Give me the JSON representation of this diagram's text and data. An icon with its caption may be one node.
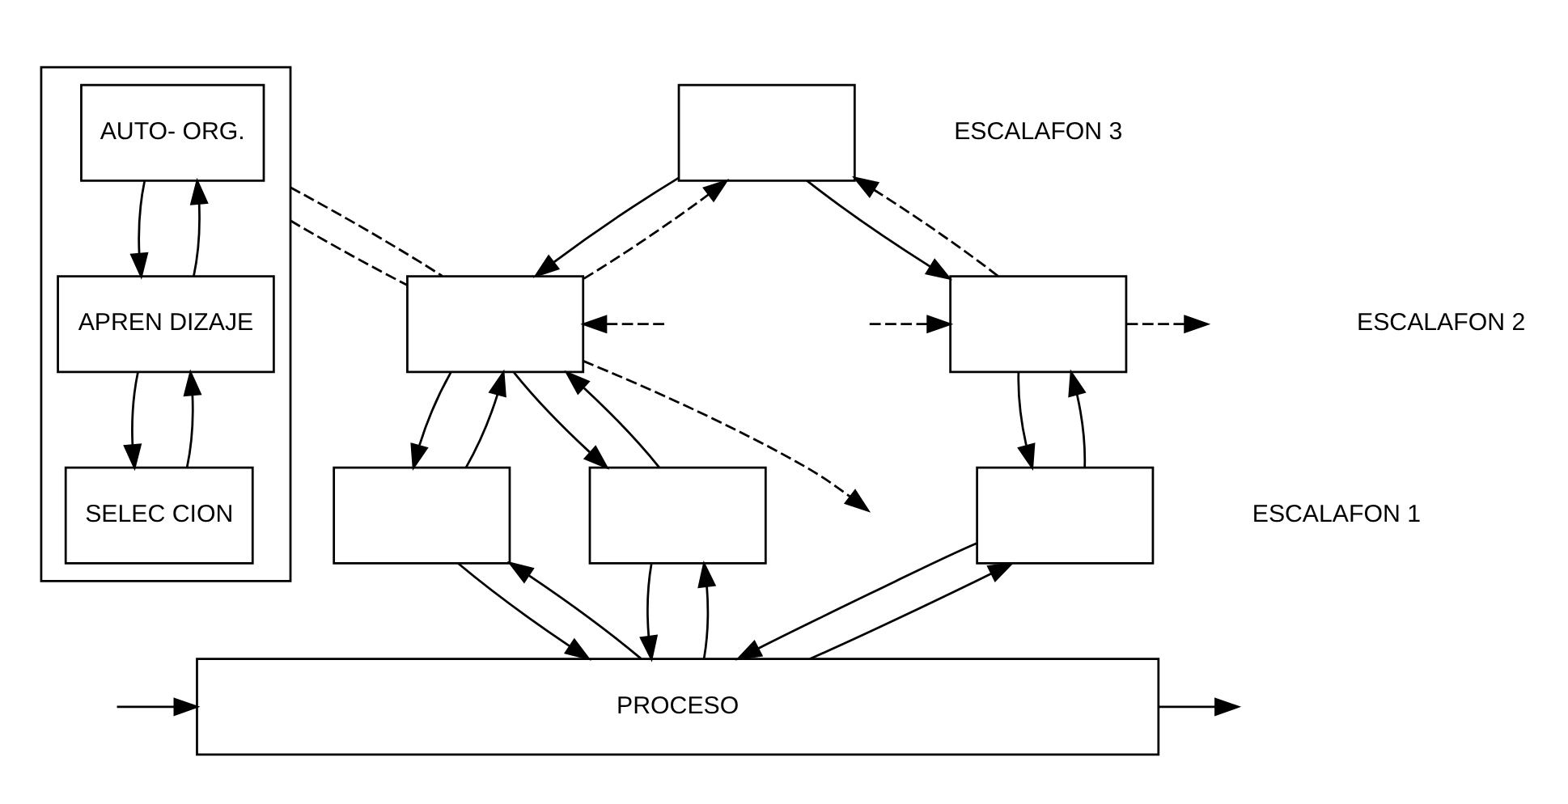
{
  "diagram": {
    "nodes": [
      {
        "text": [],
        "shape": "box"
      },
      {
        "text": [
          "AUTO- ORG."
        ],
        "in": 0
      },
      {
        "text": [
          "APREN DIZAJE"
        ],
        "in": 0
      },
      {
        "text": [
          "SELEC CION"
        ],
        "in": 0
      },
      {
        "text": [],
        "shape": "box"
      },
      {
        "text": [],
        "shape": "box"
      },
      {
        "text": [],
        "shape": "box"
      },
      {
        "text": [],
        "shape": "box"
      },
      {
        "text": [],
        "shape": "box"
      },
      {
        "text": [],
        "shape": "box"
      },
      {
        "text": [
          "PROCESO"
        ]
      }
    ],
    "edges": [
      {
        "from": 1,
        "to": 2,
        "arrow": "to"
      },
      {
        "from": 2,
        "to": 1,
        "arrow": "to"
      },
      {
        "from": 2,
        "to": 3,
        "arrow": "to"
      },
      {
        "from": 3,
        "to": 2,
        "arrow": "to"
      },
      {
        "from": 0,
        "to": 5,
        "arrow": "none",
        "style": "dashed"
      },
      {
        "from": 0,
        "to": 5,
        "arrow": "none",
        "style": "dashed"
      },
      {
        "from": 4,
        "to": 5,
        "arrow": "to"
      },
      {
        "from": 5,
        "to": 4,
        "arrow": "to",
        "style": "dashed"
      },
      {
        "from": 4,
        "to": 6,
        "arrow": "to"
      },
      {
        "from": 6,
        "to": 4,
        "arrow": "to",
        "style": "dashed"
      },
      {
        "from": 5,
        "to": null,
        "arrow": "to",
        "style": "dashed"
      },
      {
        "from": null,
        "to": 5,
        "arrow": "to",
        "style": "dashed"
      },
      {
        "from": 6,
        "to": null,
        "arrow": "to",
        "style": "dashed"
      },
      {
        "from": null,
        "to": 6,
        "arrow": "to",
        "style": "dashed"
      },
      {
        "from": 5,
        "to": 7,
        "arrow": "to"
      },
      {
        "from": 7,
        "to": 5,
        "arrow": "to"
      },
      {
        "from": 5,
        "to": 8,
        "arrow": "to"
      },
      {
        "from": 8,
        "to": 5,
        "arrow": "to"
      },
      {
        "from": 6,
        "to": 9,
        "arrow": "to"
      },
      {
        "from": 9,
        "to": 6,
        "arrow": "to"
      },
      {
        "from": 7,
        "to": 10,
        "arrow": "to"
      },
      {
        "from": 10,
        "to": 7,
        "arrow": "to"
      },
      {
        "from": 8,
        "to": 10,
        "arrow": "to"
      },
      {
        "from": 10,
        "to": 8,
        "arrow": "to"
      },
      {
        "from": 9,
        "to": 10,
        "arrow": "to"
      },
      {
        "from": 10,
        "to": 9,
        "arrow": "to"
      },
      {
        "from": null,
        "to": 10,
        "arrow": "to"
      },
      {
        "from": 10,
        "to": null,
        "arrow": "to"
      }
    ],
    "labels": [
      "ESCALAFON 3",
      "ESCALAFON 2",
      "ESCALAFON 1"
    ]
  }
}
